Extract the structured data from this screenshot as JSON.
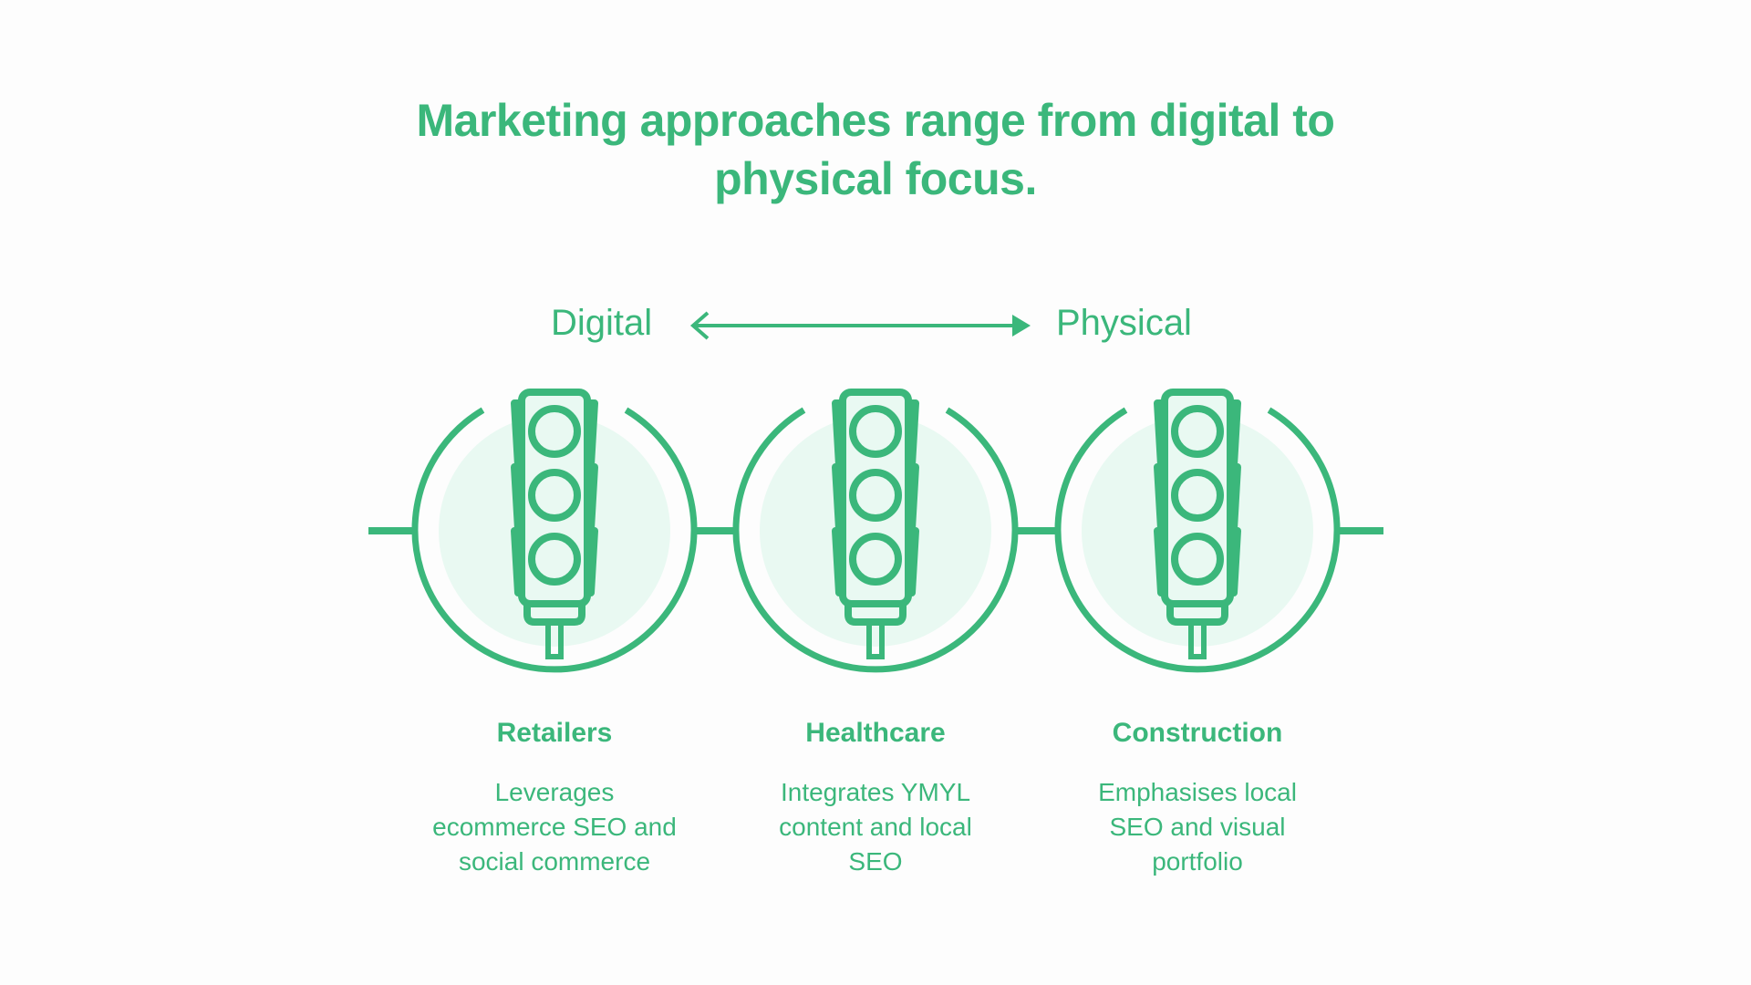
{
  "title": "Marketing approaches range from digital to physical focus.",
  "title_lines": [
    "Marketing approaches range from digital to",
    "physical focus."
  ],
  "axis": {
    "left_label": "Digital",
    "right_label": "Physical",
    "left_arrowhead": "open-chevron",
    "right_arrowhead": "filled-triangle"
  },
  "colors": {
    "accent": "#3bb77b",
    "circle_fill": "#e9f9f2",
    "background": "#fdfdfd"
  },
  "items": [
    {
      "icon": "traffic-light-icon",
      "title": "Retailers",
      "description": "Leverages ecommerce SEO and social commerce"
    },
    {
      "icon": "traffic-light-icon",
      "title": "Healthcare",
      "description": "Integrates YMYL content and local SEO"
    },
    {
      "icon": "traffic-light-icon",
      "title": "Construction",
      "description": "Emphasises local SEO and visual portfolio"
    }
  ]
}
